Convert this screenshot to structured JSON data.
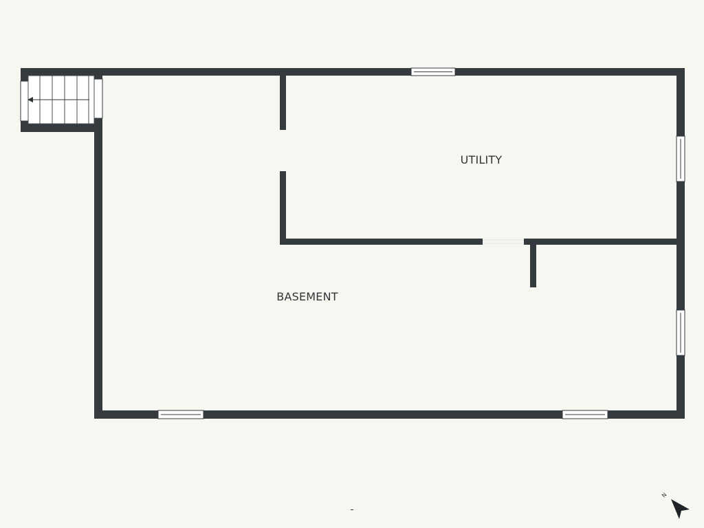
{
  "floor_plan": {
    "rooms": [
      {
        "id": "utility",
        "label": "UTILITY"
      },
      {
        "id": "basement",
        "label": "BASEMENT"
      }
    ],
    "compass": {
      "letter": "N"
    },
    "colors": {
      "background": "#f7f7f2",
      "wall": "#343a3d",
      "window": "#ffffff",
      "stair_line": "#4a4f52"
    }
  }
}
